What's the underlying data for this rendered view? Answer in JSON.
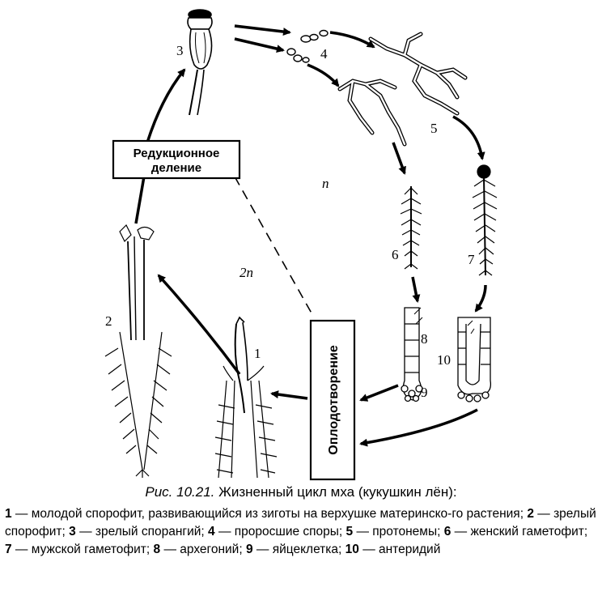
{
  "labels": {
    "reduction": [
      "Редукционное",
      "деление"
    ],
    "fertilization": "Оплодотворение",
    "haploid": "n",
    "diploid": "2n"
  },
  "stage_numbers": [
    "1",
    "2",
    "3",
    "4",
    "5",
    "6",
    "7",
    "8",
    "9",
    "10"
  ],
  "caption": {
    "fig_label": "Рис. 10.21.",
    "fig_title": " Жизненный цикл мха (кукушкин лён):",
    "items": [
      {
        "n": "1",
        "text": " — молодой спорофит, развивающийся из зиготы на верхушке материнско-го растения; "
      },
      {
        "n": "2",
        "text": " — зрелый спорофит; "
      },
      {
        "n": "3",
        "text": " — зрелый спорангий; "
      },
      {
        "n": "4",
        "text": " — проросшие споры; "
      },
      {
        "n": "5",
        "text": " — протонемы; "
      },
      {
        "n": "6",
        "text": " — женский гаметофит; "
      },
      {
        "n": "7",
        "text": " — мужской гаметофит; "
      },
      {
        "n": "8",
        "text": " — архегоний; "
      },
      {
        "n": "9",
        "text": " — яйцеклетка; "
      },
      {
        "n": "10",
        "text": " — антеридий"
      }
    ]
  },
  "colors": {
    "ink": "#000000",
    "paper": "#ffffff"
  }
}
